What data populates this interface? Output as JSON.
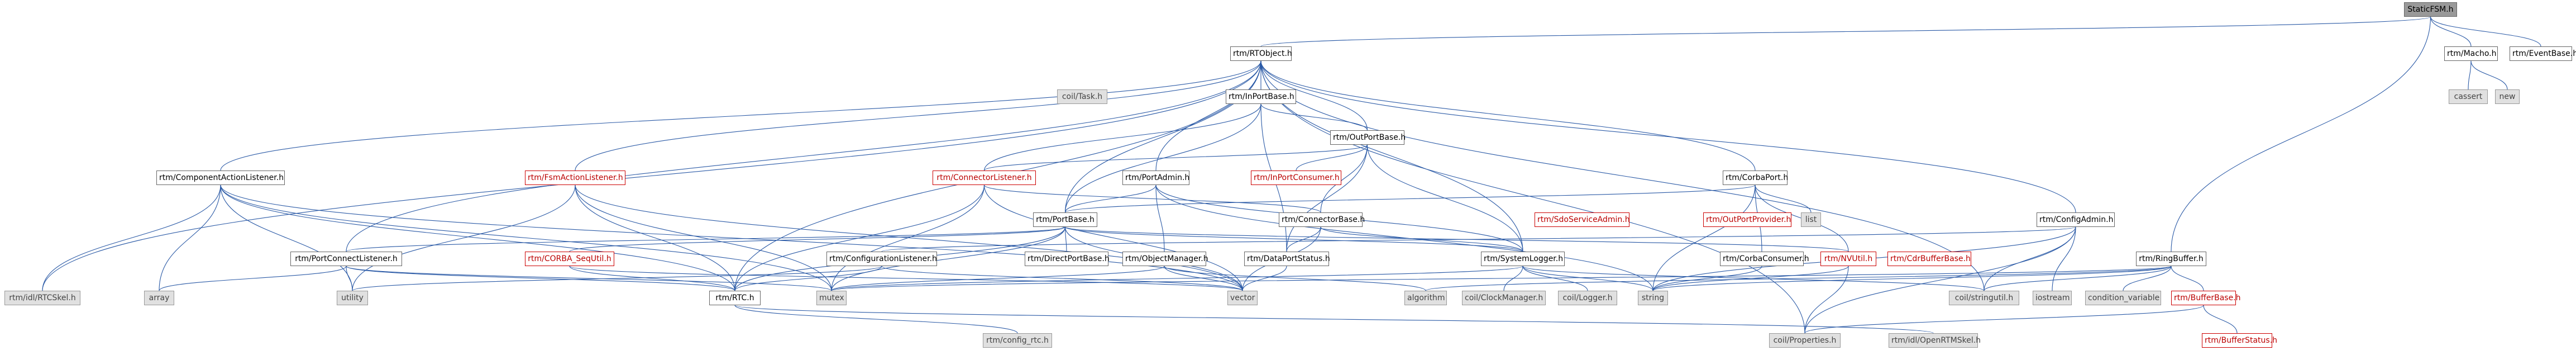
{
  "graph": {
    "root": "StaticFSM.h",
    "colors": {
      "edge": "#2b5aa6",
      "node_border": "#666666",
      "system_fill": "#e0e0e0",
      "highlight_red": "#cc0000",
      "root_fill": "#999999"
    },
    "nodes": [
      {
        "id": "staticfsm",
        "label": "StaticFSM.h",
        "style": "root"
      },
      {
        "id": "rtobject",
        "label": "rtm/RTObject.h",
        "style": "normal"
      },
      {
        "id": "macho",
        "label": "rtm/Macho.h",
        "style": "normal"
      },
      {
        "id": "eventbase",
        "label": "rtm/EventBase.h",
        "style": "normal"
      },
      {
        "id": "cassert",
        "label": "cassert",
        "style": "sys"
      },
      {
        "id": "new",
        "label": "new",
        "style": "sys"
      },
      {
        "id": "cosltask",
        "label": "coil/Task.h",
        "style": "sys"
      },
      {
        "id": "inportbase",
        "label": "rtm/InPortBase.h",
        "style": "normal"
      },
      {
        "id": "outportbase",
        "label": "rtm/OutPortBase.h",
        "style": "normal"
      },
      {
        "id": "componentactionlistener",
        "label": "rtm/ComponentActionListener.h",
        "style": "normal"
      },
      {
        "id": "fsmactionlistener",
        "label": "rtm/FsmActionListener.h",
        "style": "red"
      },
      {
        "id": "connectorlistener",
        "label": "rtm/ConnectorListener.h",
        "style": "red"
      },
      {
        "id": "portadmin",
        "label": "rtm/PortAdmin.h",
        "style": "normal"
      },
      {
        "id": "inportconsumer",
        "label": "rtm/InPortConsumer.h",
        "style": "red"
      },
      {
        "id": "corbaport",
        "label": "rtm/CorbaPort.h",
        "style": "normal"
      },
      {
        "id": "list",
        "label": "list",
        "style": "sys"
      },
      {
        "id": "configadmin",
        "label": "rtm/ConfigAdmin.h",
        "style": "normal"
      },
      {
        "id": "portbase",
        "label": "rtm/PortBase.h",
        "style": "normal"
      },
      {
        "id": "connectorbase",
        "label": "rtm/ConnectorBase.h",
        "style": "normal"
      },
      {
        "id": "sdoservice",
        "label": "rtm/SdoServiceAdmin.h",
        "style": "red"
      },
      {
        "id": "cdrbufferprov",
        "label": "rtm/OutPortProvider.h",
        "style": "red"
      },
      {
        "id": "portconnectlistener",
        "label": "rtm/PortConnectListener.h",
        "style": "normal"
      },
      {
        "id": "corbaseqlist",
        "label": "rtm/CORBA_SeqUtil.h",
        "style": "red"
      },
      {
        "id": "configurationlistener",
        "label": "rtm/ConfigurationListener.h",
        "style": "normal"
      },
      {
        "id": "directportbase",
        "label": "rtm/DirectPortBase.h",
        "style": "normal"
      },
      {
        "id": "objectmanager",
        "label": "rtm/ObjectManager.h",
        "style": "normal"
      },
      {
        "id": "cdrdatatype",
        "label": "rtm/CdrBufferBase.h",
        "style": "red"
      },
      {
        "id": "corbaconsumer",
        "label": "rtm/CorbaConsumer.h",
        "style": "normal"
      },
      {
        "id": "nvutil",
        "label": "rtm/NVUtil.h",
        "style": "red"
      },
      {
        "id": "systemlogger",
        "label": "rtm/SystemLogger.h",
        "style": "normal"
      },
      {
        "id": "dataportstatus",
        "label": "rtm/DataPortStatus.h",
        "style": "normal"
      },
      {
        "id": "ringbuffer",
        "label": "rtm/RingBuffer.h",
        "style": "normal"
      },
      {
        "id": "rtc",
        "label": "rtm/RTC.h",
        "style": "normal"
      },
      {
        "id": "idlrtcskel",
        "label": "rtm/idl/RTCSkel.h",
        "style": "sys"
      },
      {
        "id": "array",
        "label": "array",
        "style": "sys"
      },
      {
        "id": "utility",
        "label": "utility",
        "style": "sys"
      },
      {
        "id": "mutex",
        "label": "mutex",
        "style": "sys"
      },
      {
        "id": "vector",
        "label": "vector",
        "style": "sys"
      },
      {
        "id": "algorithm",
        "label": "algorithm",
        "style": "sys"
      },
      {
        "id": "clockmanager",
        "label": "coil/ClockManager.h",
        "style": "sys"
      },
      {
        "id": "coillogger",
        "label": "coil/Logger.h",
        "style": "sys"
      },
      {
        "id": "string",
        "label": "string",
        "style": "sys"
      },
      {
        "id": "stringutil",
        "label": "coil/stringutil.h",
        "style": "sys"
      },
      {
        "id": "iostream",
        "label": "iostream",
        "style": "sys"
      },
      {
        "id": "condvar",
        "label": "condition_variable",
        "style": "sys"
      },
      {
        "id": "bufferbase",
        "label": "rtm/BufferBase.h",
        "style": "red"
      },
      {
        "id": "bufferstatus",
        "label": "rtm/BufferStatus.h",
        "style": "red"
      },
      {
        "id": "properties",
        "label": "coil/Properties.h",
        "style": "sys"
      },
      {
        "id": "openrtmskel",
        "label": "rtm/idl/OpenRTMSkel.h",
        "style": "sys"
      },
      {
        "id": "configrtc",
        "label": "rtm/config_rtc.h",
        "style": "sys"
      }
    ]
  }
}
